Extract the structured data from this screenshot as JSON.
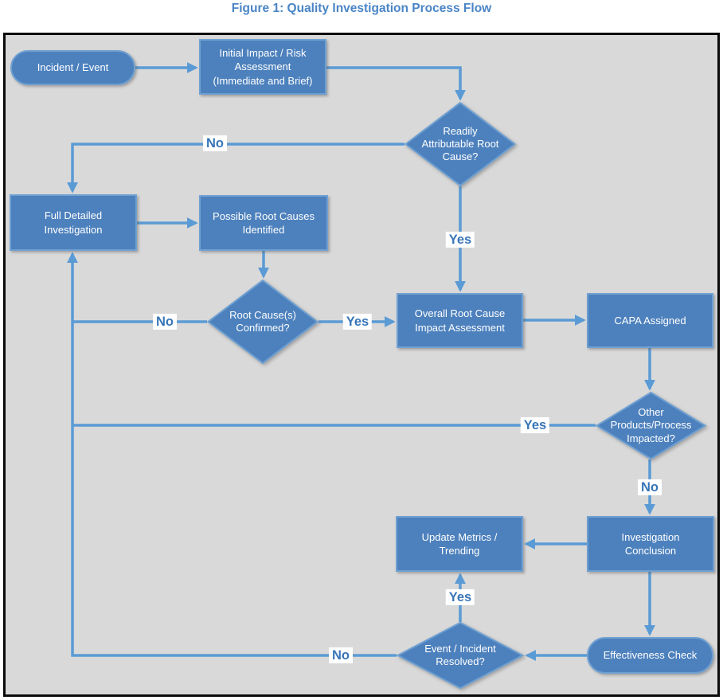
{
  "title": "Figure 1: Quality Investigation Process Flow",
  "colors": {
    "node_fill": "#4D81BD",
    "node_border": "#6FA0D2",
    "connector": "#5B9BD5",
    "canvas_bg": "#D9D9D9",
    "canvas_border": "#0B0B0B",
    "title_text": "#4A85C6",
    "decision_label_text": "#3876B8",
    "node_text": "#FFFFFF"
  },
  "nodes": {
    "incident_event": {
      "shape": "stadium",
      "label": "Incident / Event"
    },
    "initial_impact": {
      "shape": "rect",
      "label": "Initial Impact / Risk\nAssessment\n(Immediate and Brief)"
    },
    "readily_attributable": {
      "shape": "diamond",
      "label": "Readily\nAttributable Root\nCause?"
    },
    "full_detailed": {
      "shape": "rect",
      "label": "Full Detailed\nInvestigation"
    },
    "possible_root_causes": {
      "shape": "rect",
      "label": "Possible Root Causes\nIdentified"
    },
    "root_causes_confirmed": {
      "shape": "diamond",
      "label": "Root Cause(s)\nConfirmed?"
    },
    "overall_root_cause": {
      "shape": "rect",
      "label": "Overall Root Cause\nImpact Assessment"
    },
    "capa_assigned": {
      "shape": "rect",
      "label": "CAPA Assigned"
    },
    "other_products_impacted": {
      "shape": "diamond",
      "label": "Other\nProducts/Process\nImpacted?"
    },
    "update_metrics": {
      "shape": "rect",
      "label": "Update Metrics /\nTrending"
    },
    "investigation_conclusion": {
      "shape": "rect",
      "label": "Investigation\nConclusion"
    },
    "effectiveness_check": {
      "shape": "stadium",
      "label": "Effectiveness Check"
    },
    "event_resolved": {
      "shape": "diamond",
      "label": "Event / Incident\nResolved?"
    }
  },
  "edge_labels": {
    "readily_no": "No",
    "readily_yes": "Yes",
    "confirmed_no": "No",
    "confirmed_yes": "Yes",
    "impacted_yes": "Yes",
    "impacted_no": "No",
    "resolved_yes": "Yes",
    "resolved_no": "No"
  }
}
